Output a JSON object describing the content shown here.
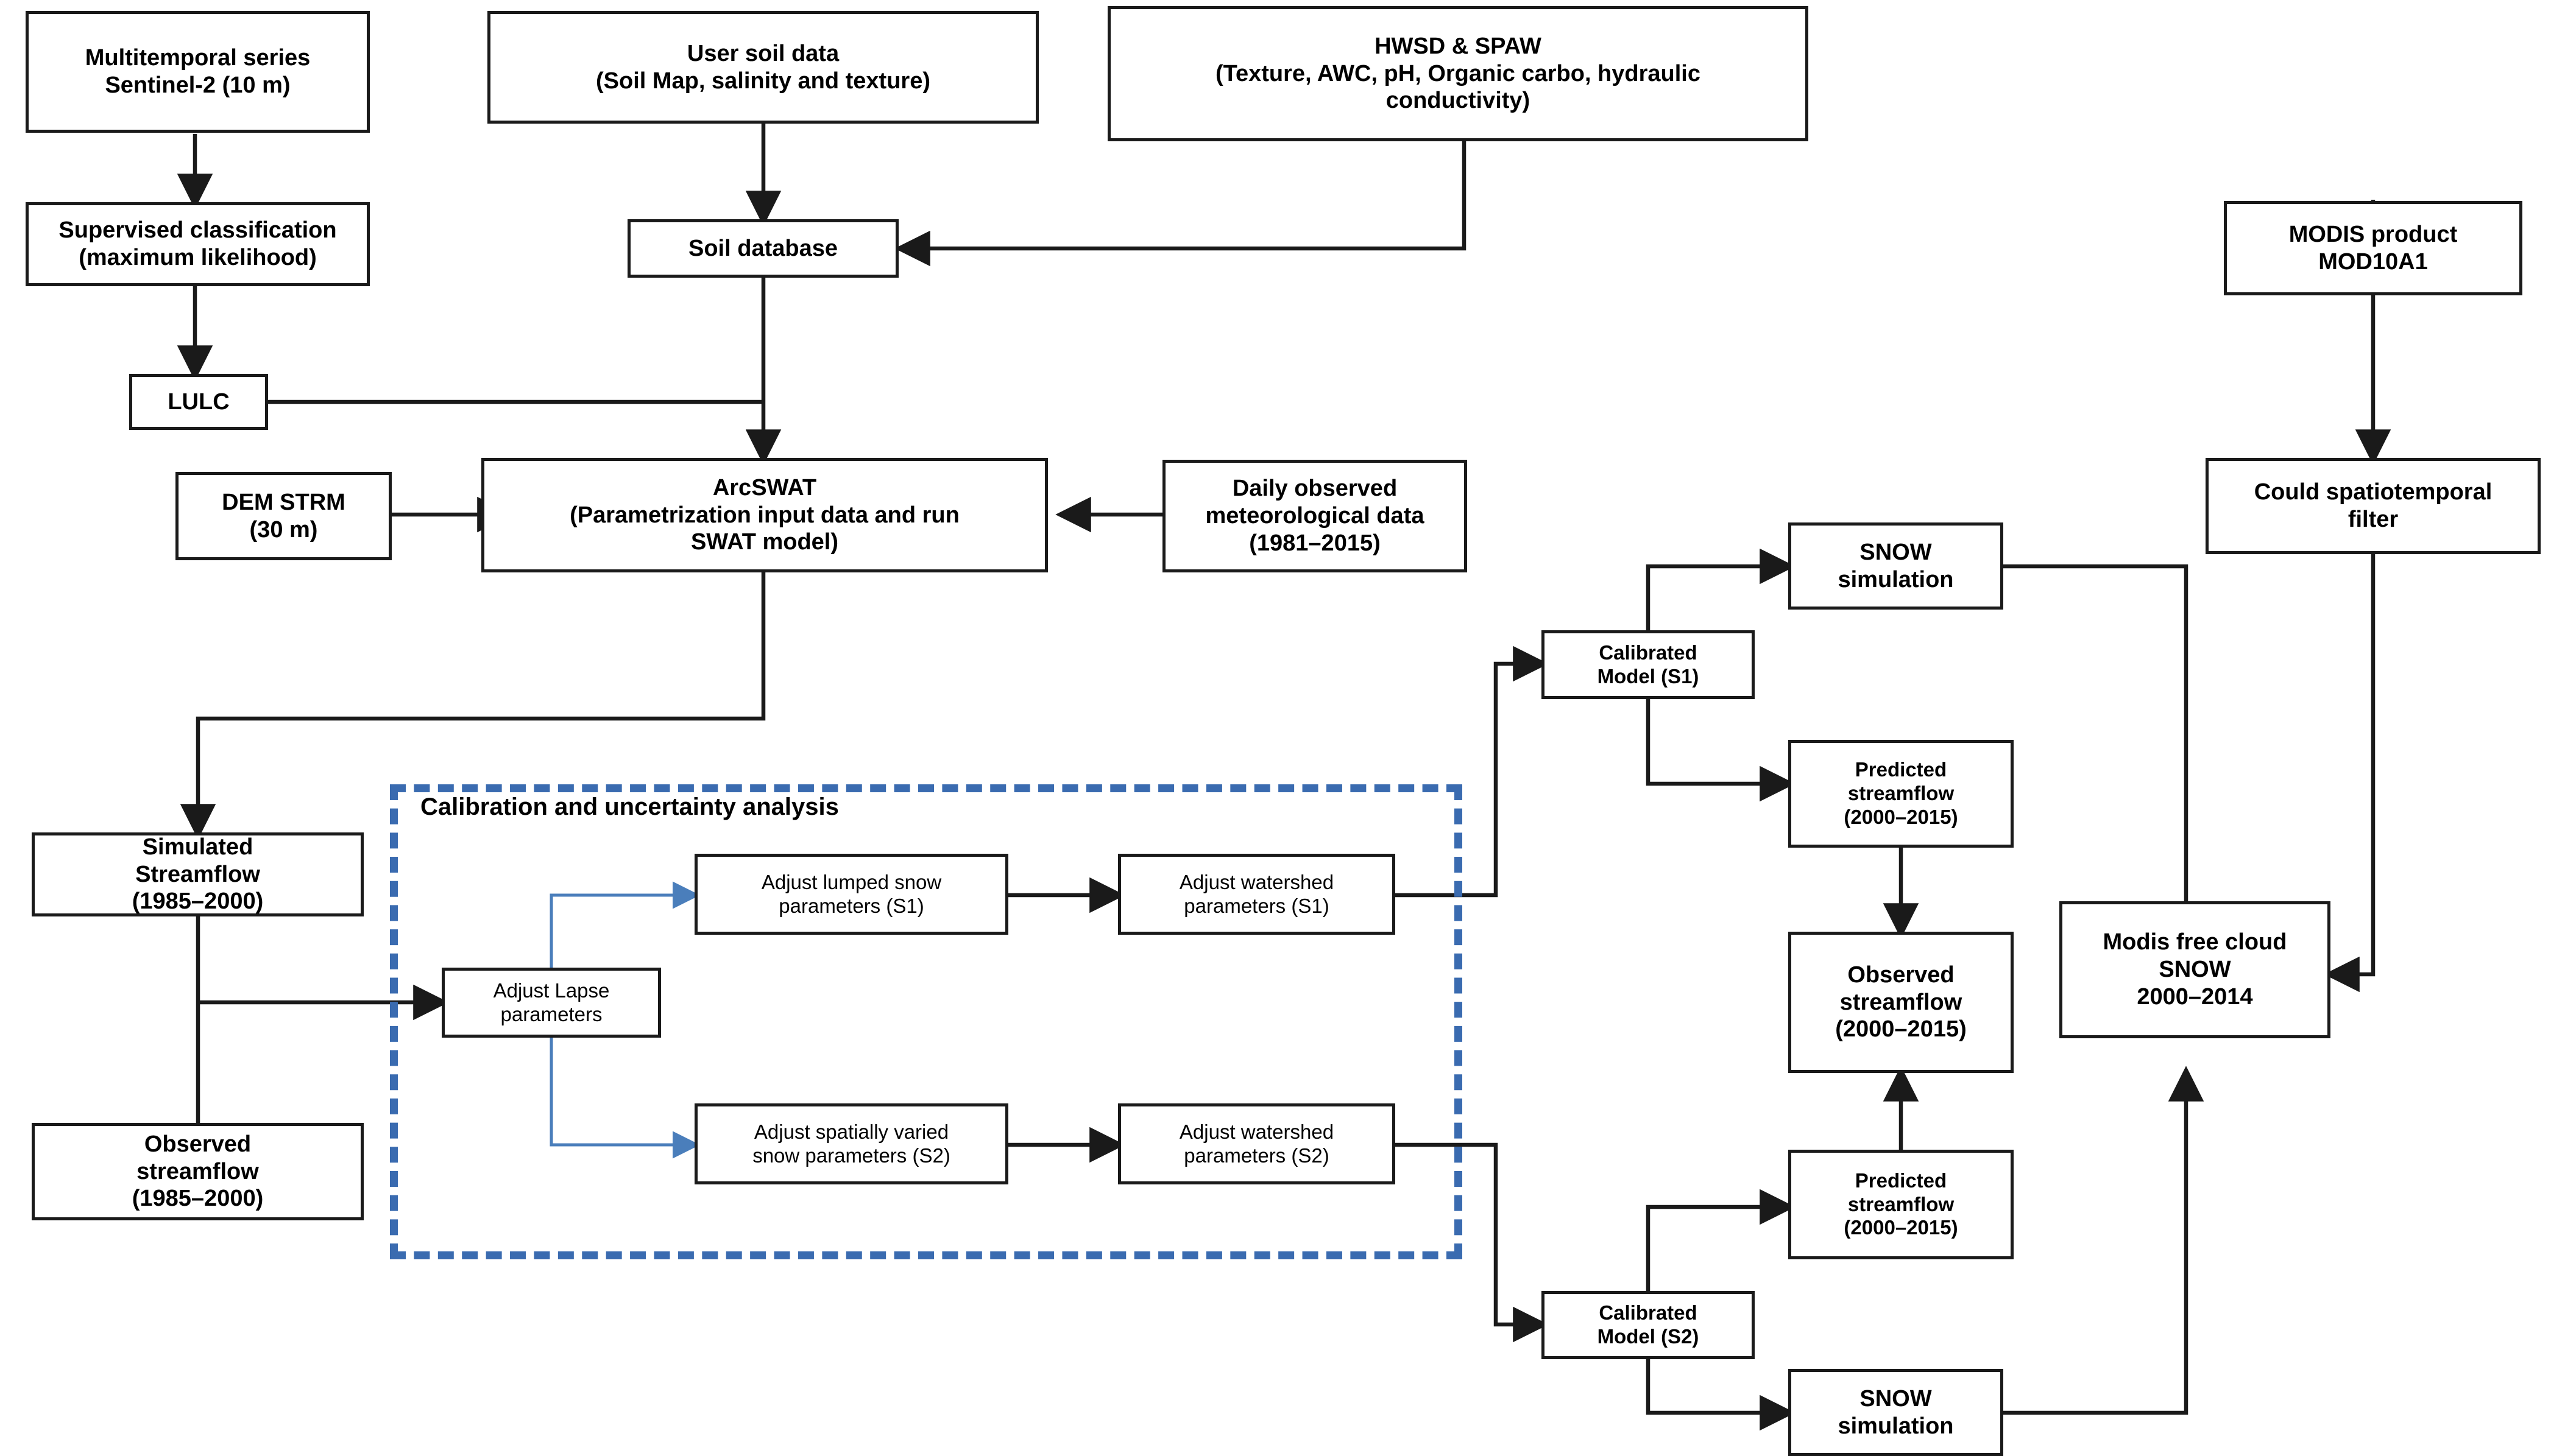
{
  "diagram": {
    "title": "SWAT snow and streamflow modelling workflow",
    "colors": {
      "box_border": "#1a1a1a",
      "box_fill": "#ffffff",
      "text": "#000000",
      "dashed_group_border": "#3a6bb0",
      "blue_connector": "#4a7ebb",
      "black_connector": "#1a1a1a"
    },
    "group": {
      "label": "Calibration and uncertainty analysis",
      "style": "dashed",
      "border_color": "#3a6bb0"
    },
    "nodes": [
      {
        "id": "multitemporal",
        "text": "Multitemporal series\nSentinel-2  (10 m)",
        "bold": true,
        "size": 38
      },
      {
        "id": "usersoil",
        "text": "User soil data\n(Soil Map, salinity and texture)",
        "bold": true,
        "size": 38
      },
      {
        "id": "hwsd",
        "text": "HWSD & SPAW\n(Texture, AWC, pH, Organic carbo, hydraulic\nconductivity)",
        "bold": true,
        "size": 38
      },
      {
        "id": "supervised",
        "text": "Supervised classification\n(maximum likelihood)",
        "bold": true,
        "size": 38
      },
      {
        "id": "soildb",
        "text": "Soil database",
        "bold": true,
        "size": 38
      },
      {
        "id": "lulc",
        "text": "LULC",
        "bold": true,
        "size": 38
      },
      {
        "id": "modisproduct",
        "text": "MODIS product\nMOD10A1",
        "bold": true,
        "size": 38
      },
      {
        "id": "demstrm",
        "text": "DEM STRM\n(30 m)",
        "bold": true,
        "size": 38
      },
      {
        "id": "arcswat",
        "text": "ArcSWAT\n(Parametrization input data and run\nSWAT model)",
        "bold": true,
        "size": 38
      },
      {
        "id": "meteo",
        "text": "Daily observed\nmeteorological data\n(1981–2015)",
        "bold": true,
        "size": 38
      },
      {
        "id": "cloudfilter",
        "text": "Could spatiotemporal\nfilter",
        "bold": true,
        "size": 38
      },
      {
        "id": "snowsim1",
        "text": "SNOW\nsimulation",
        "bold": true,
        "size": 38
      },
      {
        "id": "calibmodel1",
        "text": "Calibrated\nModel (S1)",
        "bold": true,
        "size": 33
      },
      {
        "id": "predflow1",
        "text": "Predicted\nstreamflow\n(2000–2015)",
        "bold": true,
        "size": 33
      },
      {
        "id": "simflow",
        "text": "Simulated\nStreamflow\n(1985–2000)",
        "bold": true,
        "size": 38
      },
      {
        "id": "obsflow1985",
        "text": "Observed\nstreamflow\n(1985–2000)",
        "bold": true,
        "size": 38
      },
      {
        "id": "lapse",
        "text": "Adjust Lapse\nparameters",
        "bold": false,
        "size": 33
      },
      {
        "id": "lumpedsnow",
        "text": "Adjust lumped snow\nparameters (S1)",
        "bold": false,
        "size": 33
      },
      {
        "id": "watershed1",
        "text": "Adjust watershed\nparameters (S1)",
        "bold": false,
        "size": 33
      },
      {
        "id": "spatialsnow",
        "text": "Adjust spatially varied\nsnow parameters (S2)",
        "bold": false,
        "size": 33
      },
      {
        "id": "watershed2",
        "text": "Adjust watershed\nparameters (S2)",
        "bold": false,
        "size": 33
      },
      {
        "id": "obsflow2000",
        "text": "Observed\nstreamflow\n(2000–2015)",
        "bold": true,
        "size": 38
      },
      {
        "id": "modisfree",
        "text": "Modis free cloud\nSNOW\n2000–2014",
        "bold": true,
        "size": 38
      },
      {
        "id": "predflow2",
        "text": "Predicted\nstreamflow\n(2000–2015)",
        "bold": true,
        "size": 33
      },
      {
        "id": "calibmodel2",
        "text": "Calibrated\nModel (S2)",
        "bold": true,
        "size": 33
      },
      {
        "id": "snowsim2",
        "text": "SNOW\nsimulation",
        "bold": true,
        "size": 38
      }
    ],
    "edges": [
      {
        "from": "multitemporal",
        "to": "supervised",
        "style": "black-arrow"
      },
      {
        "from": "supervised",
        "to": "lulc",
        "style": "black-arrow"
      },
      {
        "from": "usersoil",
        "to": "soildb",
        "style": "black-arrow"
      },
      {
        "from": "hwsd",
        "to": "soildb",
        "style": "black-arrow"
      },
      {
        "from": "soildb",
        "to": "arcswat",
        "style": "black-arrow"
      },
      {
        "from": "lulc",
        "to": "arcswat",
        "style": "black-line"
      },
      {
        "from": "demstrm",
        "to": "arcswat",
        "style": "black-arrow"
      },
      {
        "from": "meteo",
        "to": "arcswat",
        "style": "black-arrow"
      },
      {
        "from": "modisproduct",
        "to": "cloudfilter",
        "style": "black-arrow"
      },
      {
        "from": "cloudfilter",
        "to": "modisfree",
        "style": "black-arrow"
      },
      {
        "from": "arcswat",
        "to": "simflow",
        "style": "black-arrow"
      },
      {
        "from": "simflow",
        "to": "obsflow1985",
        "style": "black-line"
      },
      {
        "from": "simflow",
        "to": "lapse",
        "style": "black-arrow"
      },
      {
        "from": "lapse",
        "to": "lumpedsnow",
        "style": "blue-arrow"
      },
      {
        "from": "lapse",
        "to": "spatialsnow",
        "style": "blue-arrow"
      },
      {
        "from": "lumpedsnow",
        "to": "watershed1",
        "style": "black-arrow"
      },
      {
        "from": "spatialsnow",
        "to": "watershed2",
        "style": "black-arrow"
      },
      {
        "from": "watershed1",
        "to": "calibmodel1",
        "style": "black-arrow"
      },
      {
        "from": "watershed2",
        "to": "calibmodel2",
        "style": "black-arrow"
      },
      {
        "from": "calibmodel1",
        "to": "snowsim1",
        "style": "black-arrow"
      },
      {
        "from": "calibmodel1",
        "to": "predflow1",
        "style": "black-arrow"
      },
      {
        "from": "calibmodel2",
        "to": "predflow2",
        "style": "black-arrow"
      },
      {
        "from": "calibmodel2",
        "to": "snowsim2",
        "style": "black-arrow"
      },
      {
        "from": "predflow1",
        "to": "obsflow2000",
        "style": "black-arrow"
      },
      {
        "from": "predflow2",
        "to": "obsflow2000",
        "style": "black-arrow"
      },
      {
        "from": "snowsim1",
        "to": "modisfree",
        "style": "black-arrow"
      },
      {
        "from": "snowsim2",
        "to": "modisfree",
        "style": "black-arrow"
      }
    ]
  }
}
